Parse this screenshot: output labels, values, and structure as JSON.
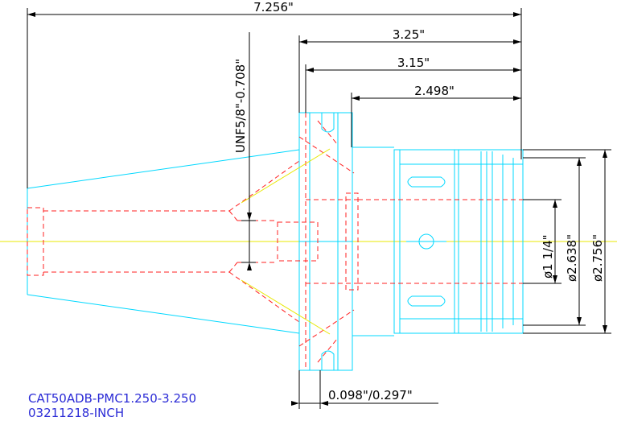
{
  "drawing": {
    "dimensions": {
      "overall_length": "7.256\"",
      "unf_thread": "UNF5/8\"-0.708\"",
      "dim_325": "3.25\"",
      "dim_315": "3.15\"",
      "dim_2498": "2.498\"",
      "dia_114": "ø1 1/4\"",
      "dia_2638": "ø2.638\"",
      "dia_2756": "ø2.756\"",
      "flange_gap": "0.098\"/0.297\""
    },
    "part_number": "CAT50ADB-PMC1.250-3.250",
    "drawing_code": "03211218-INCH"
  },
  "colors": {
    "outline": "#00d8ff",
    "hidden": "#ff2020",
    "center": "#e8e800",
    "dimension": "#000000",
    "note_text": "#2b2bd6"
  }
}
